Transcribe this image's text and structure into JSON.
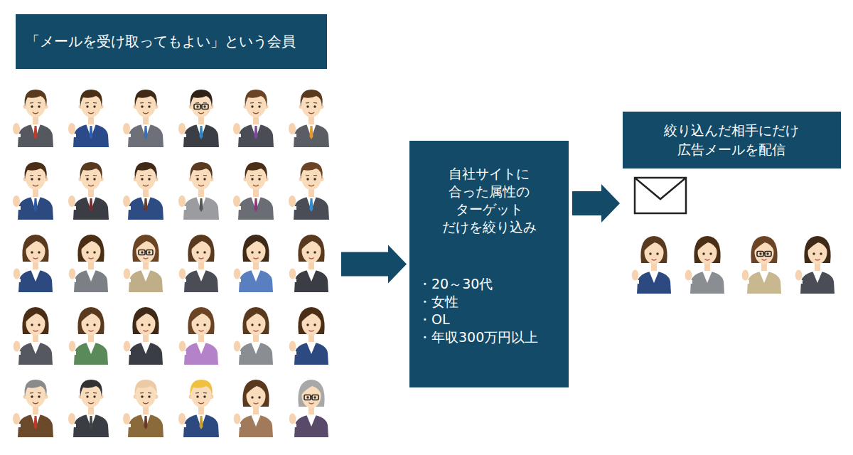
{
  "diagram": {
    "nodes": [
      {
        "text": [
          "「メールを受け取ってもよい」という会員"
        ]
      },
      {
        "text": [
          "自社サイトに 合った属性の ターゲット だけを絞り込み",
          "・20～30代",
          "・女性",
          "・OL",
          "・年収300万円以上"
        ]
      },
      {
        "text": [
          "絞り込んだ相手にだけ 広告メールを配信"
        ]
      }
    ],
    "edges": [
      {
        "from": 0,
        "to": 1,
        "arrow": "to"
      },
      {
        "from": 1,
        "to": 2,
        "arrow": "to"
      }
    ]
  }
}
